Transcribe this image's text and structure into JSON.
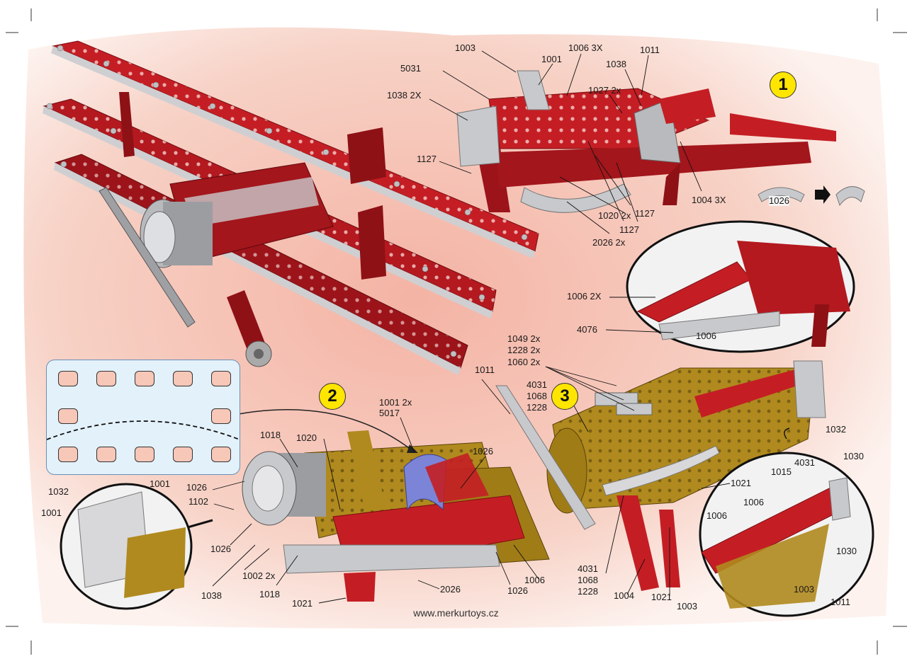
{
  "footer": {
    "website": "www.merkurtoys.cz"
  },
  "steps": {
    "one": "1",
    "two": "2",
    "three": "3"
  },
  "colors": {
    "background_glow": "#f4b3a4",
    "red_parts": "#c41e24",
    "dark_red_parts": "#8e1116",
    "gold_parts": "#b08a1e",
    "silver_parts": "#c8c9cc",
    "step_badge": "#ffe600",
    "panel": "#e3f1fb"
  },
  "step1": {
    "labels": [
      "1003",
      "1001",
      "1006 3X",
      "1011",
      "5031",
      "1038",
      "1027 2x",
      "1038 2X",
      "1127",
      "1127",
      "1127",
      "1020 2x",
      "2026 2x",
      "1004 3X",
      "1026",
      "1006 2X",
      "4076",
      "1006"
    ]
  },
  "step2": {
    "labels": [
      "1001 2x",
      "5017",
      "1018",
      "1020",
      "1026",
      "1026",
      "1102",
      "1026",
      "1032",
      "1001",
      "1001",
      "1038",
      "1002 2x",
      "1018",
      "1021",
      "2026",
      "1026",
      "1006"
    ]
  },
  "step3": {
    "labels": [
      "1049 2x",
      "1228 2x",
      "1060 2x",
      "1011",
      "4031",
      "1068",
      "1228",
      "1032",
      "1030",
      "4031",
      "1015",
      "1006",
      "1006",
      "1021",
      "4031",
      "1068",
      "1228",
      "1004",
      "1021",
      "1003",
      "1003",
      "1030",
      "1011"
    ]
  }
}
